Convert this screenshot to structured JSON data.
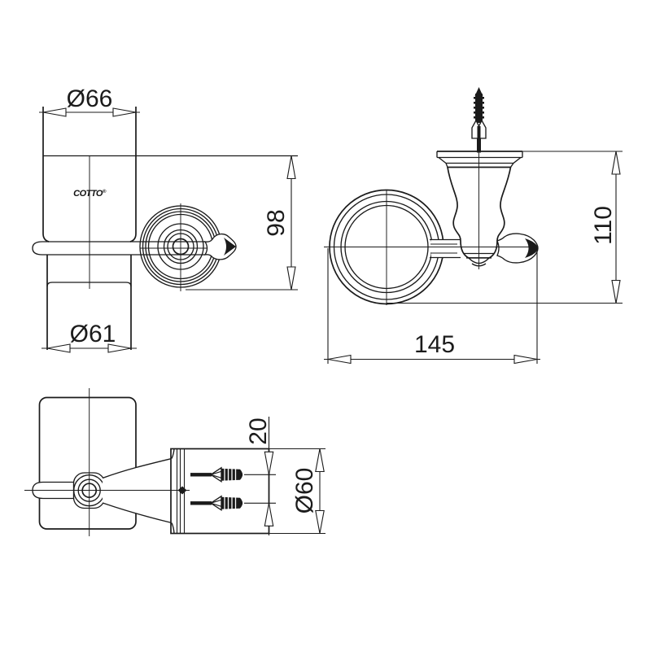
{
  "drawing": {
    "type": "technical-dimension-drawing",
    "product": "wall-mounted tumbler holder",
    "brand": "COTTO",
    "brand_mark": "®",
    "line_color": "#1b1b1b",
    "background_color": "#ffffff",
    "views": {
      "cup_side": {
        "description": "side elevation of cup in holder",
        "top_diameter": "Ø66",
        "height": "98",
        "bottom_diameter": "Ø61"
      },
      "holder_front": {
        "description": "front elevation of holder ring with mounting screw",
        "height": "110",
        "width": "145"
      },
      "holder_plan": {
        "description": "plan view of wall flange with anchor screws",
        "screw_spacing": "20",
        "flange_diameter": "Ø60"
      }
    }
  }
}
